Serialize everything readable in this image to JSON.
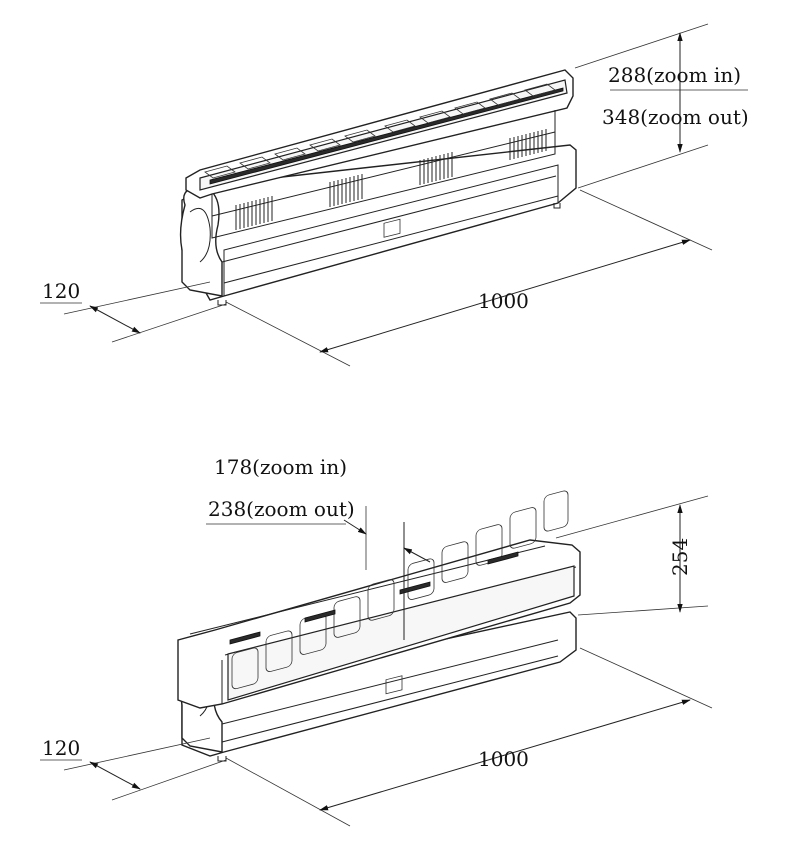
{
  "top_view": {
    "height_zoom_in": "288(zoom in)",
    "height_zoom_out": "348(zoom out)",
    "depth": "120",
    "length": "1000"
  },
  "bottom_view": {
    "tilt_zoom_in": "178(zoom in)",
    "tilt_zoom_out": "238(zoom out)",
    "height": "254",
    "depth": "120",
    "length": "1000"
  },
  "colors": {
    "line": "#222222",
    "background": "#ffffff"
  }
}
